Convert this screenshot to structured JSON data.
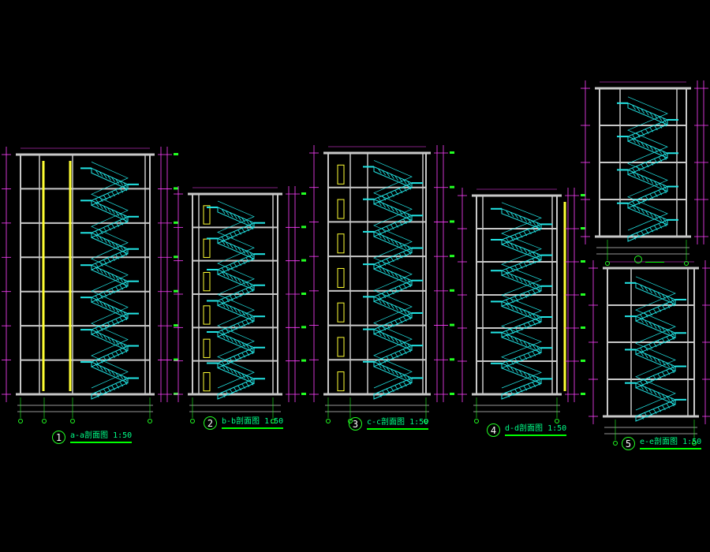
{
  "colors": {
    "wall": "#c8c8c8",
    "stair": "#22e6e6",
    "dimension": "#ff40ff",
    "axis": "#22ff22",
    "accent": "#ffff33",
    "title": "#00ff88",
    "background": "#000000"
  },
  "sections": [
    {
      "num": "1",
      "title": "a-a剖面图",
      "scale": "1:50"
    },
    {
      "num": "2",
      "title": "b-b剖面图",
      "scale": "1:50"
    },
    {
      "num": "3",
      "title": "c-c剖面图",
      "scale": "1:50"
    },
    {
      "num": "4",
      "title": "d-d剖面图",
      "scale": "1:50"
    },
    {
      "num": "5",
      "title": "e-e剖面图",
      "scale": "1:50"
    }
  ]
}
